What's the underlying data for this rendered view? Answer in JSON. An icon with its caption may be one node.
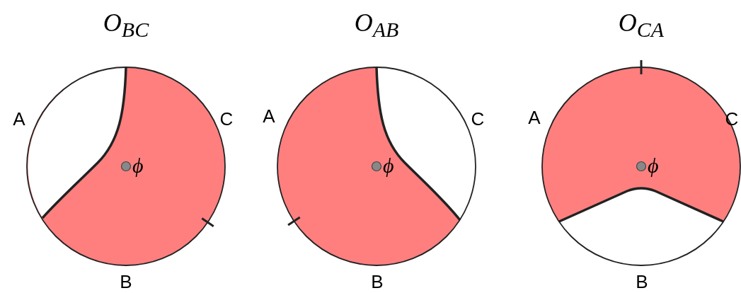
{
  "diagram": {
    "nodes": [
      {
        "text": [
          "O$_{BC}$",
          "ϕ"
        ]
      },
      {
        "text": [
          "O$_{AB}$",
          "ϕ"
        ]
      },
      {
        "text": [
          "O$_{CA}$",
          "ϕ"
        ]
      }
    ],
    "labels": [
      "A",
      "C",
      "B",
      "A",
      "C",
      "B",
      "A",
      "C",
      "B"
    ]
  }
}
